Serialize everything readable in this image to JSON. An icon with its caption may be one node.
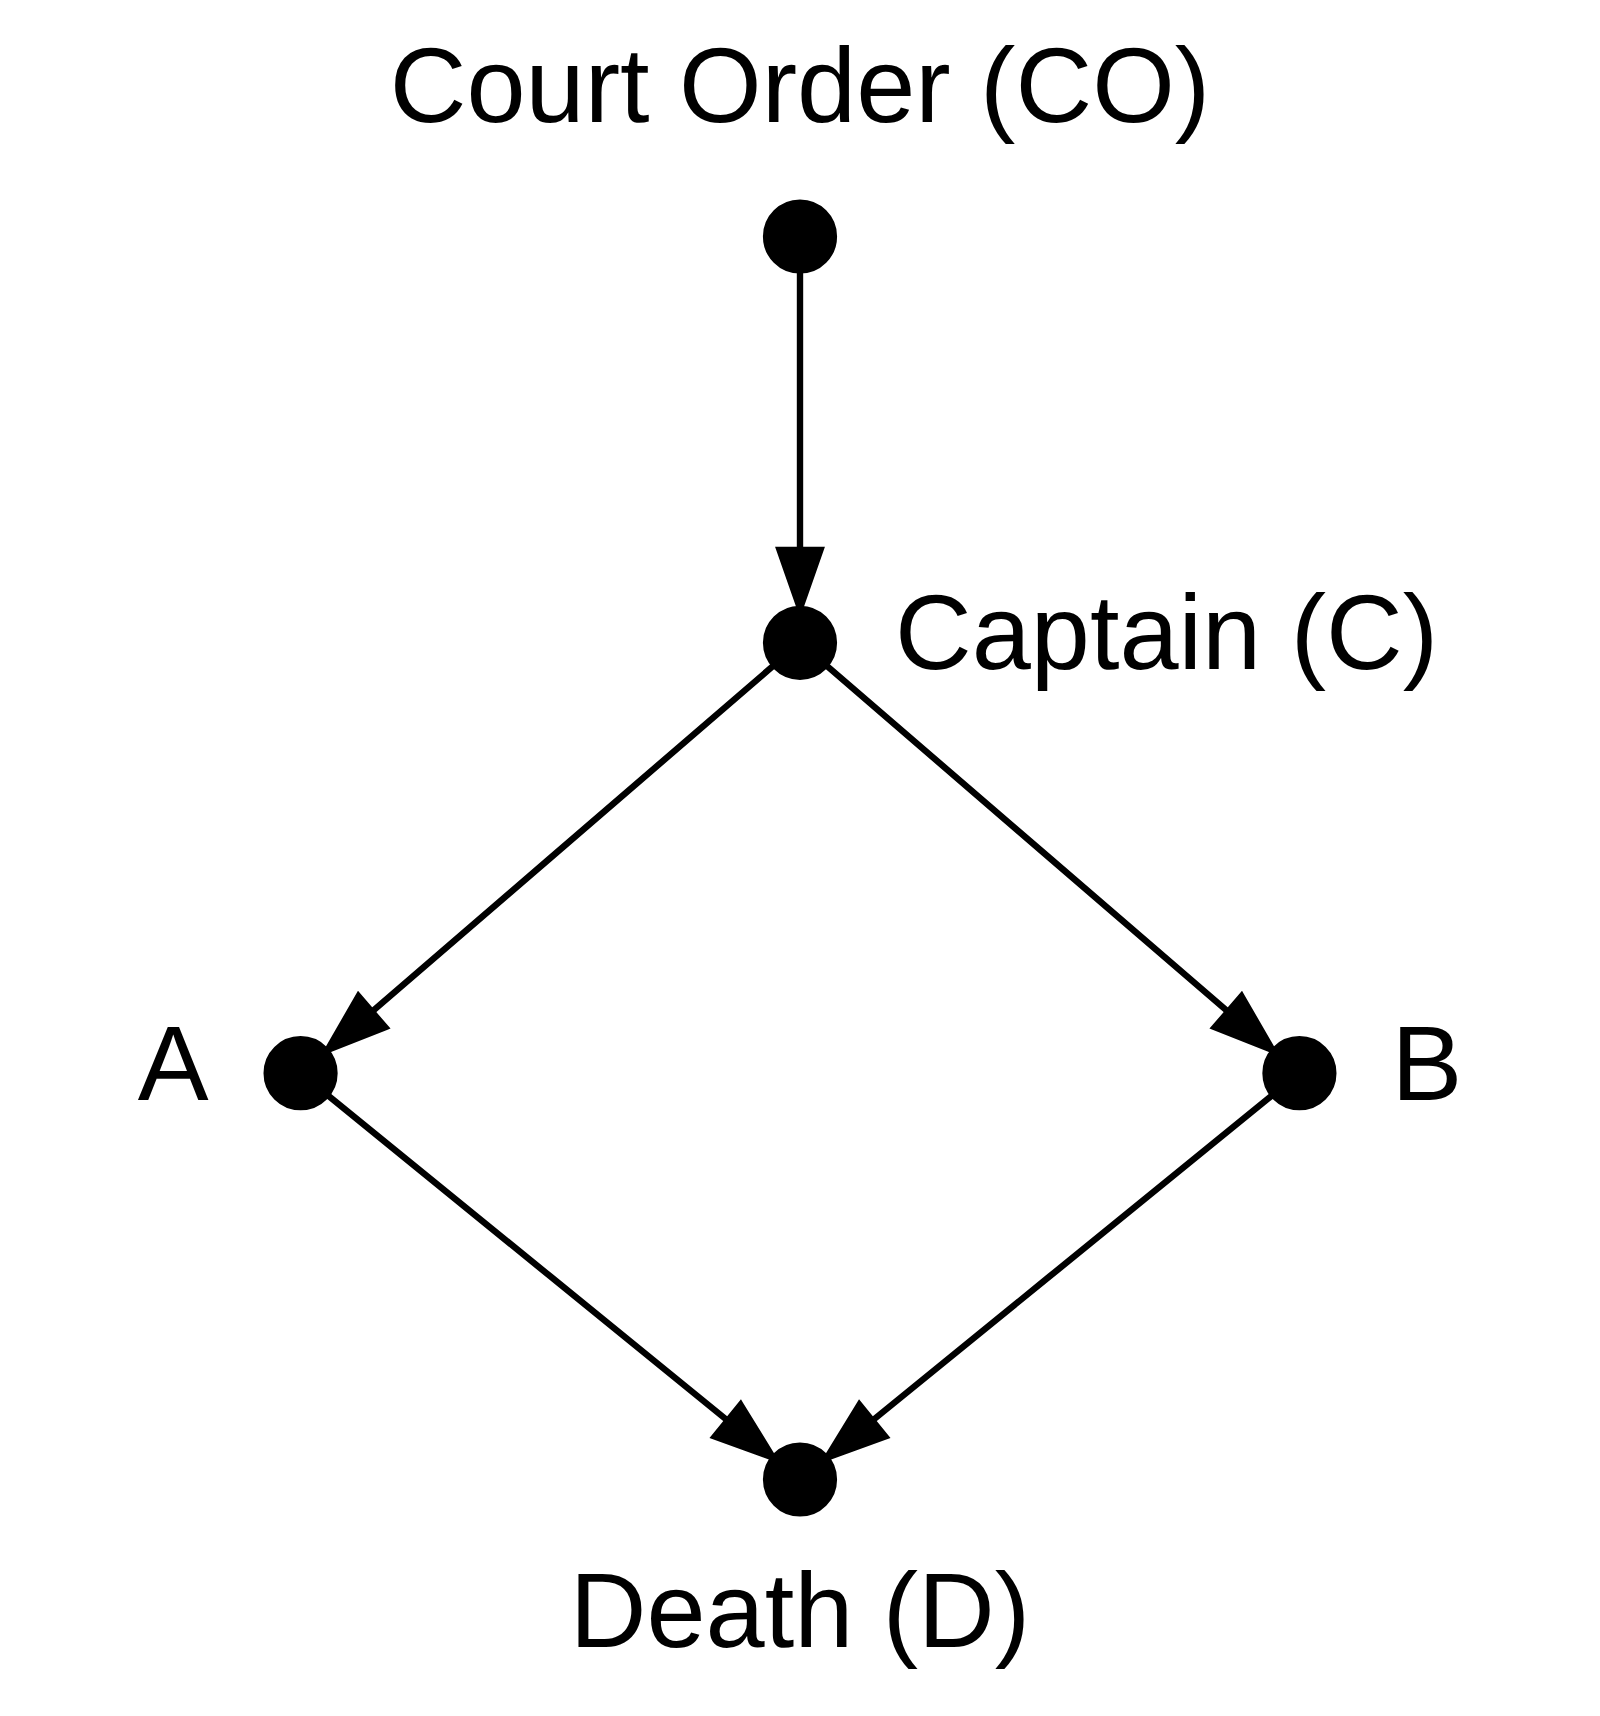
{
  "diagram": {
    "nodes": [
      {
        "text": [],
        "shape": "circle",
        "beside": [
          "Court Order (CO)"
        ]
      },
      {
        "text": [],
        "shape": "circle",
        "beside": [
          "Captain (C)"
        ]
      },
      {
        "text": [],
        "shape": "circle",
        "beside": [
          "A"
        ]
      },
      {
        "text": [],
        "shape": "circle",
        "beside": [
          "B"
        ]
      },
      {
        "text": [],
        "shape": "circle",
        "beside": [
          "Death (D)"
        ]
      }
    ],
    "edges": [
      {
        "from": 0,
        "to": 1,
        "arrow": "to"
      },
      {
        "from": 1,
        "to": 2,
        "arrow": "to"
      },
      {
        "from": 1,
        "to": 3,
        "arrow": "to"
      },
      {
        "from": 2,
        "to": 4,
        "arrow": "to"
      },
      {
        "from": 3,
        "to": 4,
        "arrow": "to"
      }
    ]
  }
}
